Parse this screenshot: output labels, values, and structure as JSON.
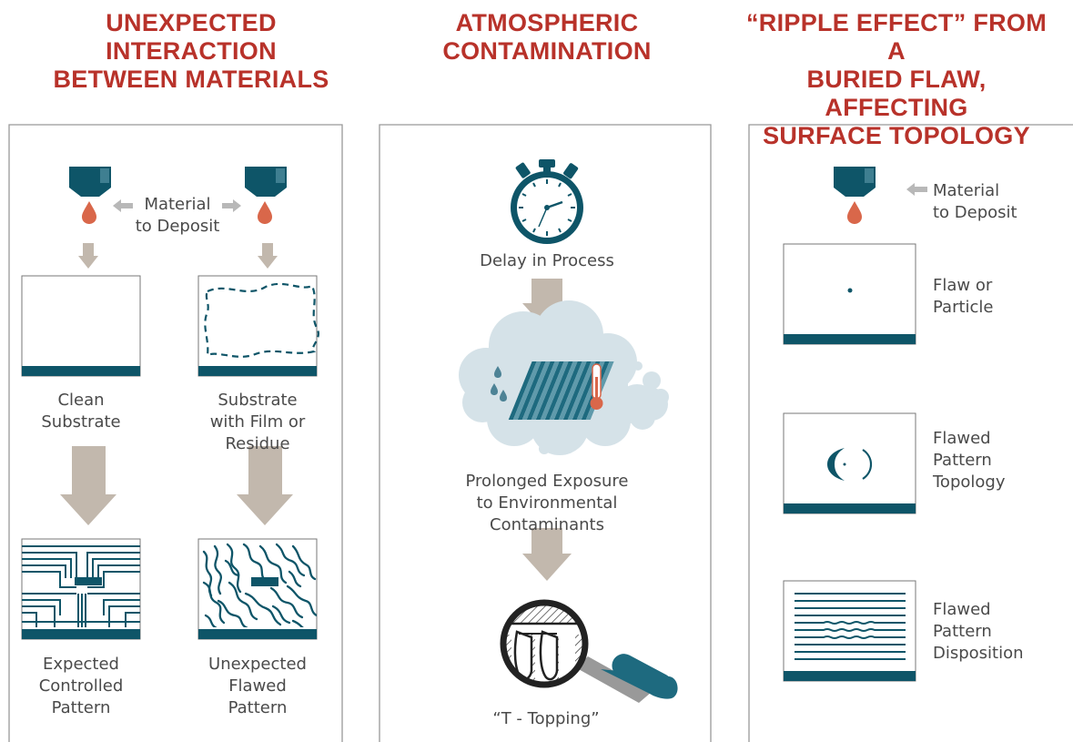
{
  "colors": {
    "title": "#b8322a",
    "teal": "#0e5568",
    "arrow": "#c2b8ad",
    "drop": "#d9674a",
    "panel_border": "#999999",
    "cloud": "#d5e2e8",
    "text": "#4a4a4a"
  },
  "columns": [
    {
      "title_lines": [
        "UNEXPECTED",
        "INTERACTION",
        "BETWEEN MATERIALS"
      ],
      "deposit_lines": [
        "Material",
        "to Deposit"
      ],
      "substrates": [
        {
          "label_lines": [
            "Clean",
            "Substrate"
          ],
          "icon": "clean-substrate-icon"
        },
        {
          "label_lines": [
            "Substrate",
            "with Film or",
            "Residue"
          ],
          "icon": "residue-substrate-icon"
        }
      ],
      "patterns": [
        {
          "label_lines": [
            "Expected",
            "Controlled",
            "Pattern"
          ],
          "icon": "controlled-pattern-icon"
        },
        {
          "label_lines": [
            "Unexpected",
            "Flawed",
            "Pattern"
          ],
          "icon": "flawed-pattern-icon"
        }
      ]
    },
    {
      "title_lines": [
        "ATMOSPHERIC",
        "CONTAMINATION"
      ],
      "steps": [
        {
          "label_lines": [
            "Delay in Process"
          ],
          "icon": "stopwatch-icon"
        },
        {
          "label_lines": [
            "Prolonged Exposure",
            "to Environmental",
            "Contaminants"
          ],
          "icon": "contamination-cloud-icon"
        },
        {
          "label_lines": [
            "“T - Topping”"
          ],
          "icon": "magnifier-icon"
        }
      ]
    },
    {
      "title_lines": [
        "“RIPPLE EFFECT” FROM A",
        "BURIED FLAW, AFFECTING",
        "SURFACE TOPOLOGY"
      ],
      "deposit_lines": [
        "Material",
        "to Deposit"
      ],
      "steps": [
        {
          "label_lines": [
            "Flaw or",
            "Particle"
          ],
          "icon": "particle-substrate-icon"
        },
        {
          "label_lines": [
            "Flawed",
            "Pattern",
            "Topology"
          ],
          "icon": "topology-substrate-icon"
        },
        {
          "label_lines": [
            "Flawed",
            "Pattern",
            "Disposition"
          ],
          "icon": "disposition-substrate-icon"
        }
      ]
    }
  ]
}
